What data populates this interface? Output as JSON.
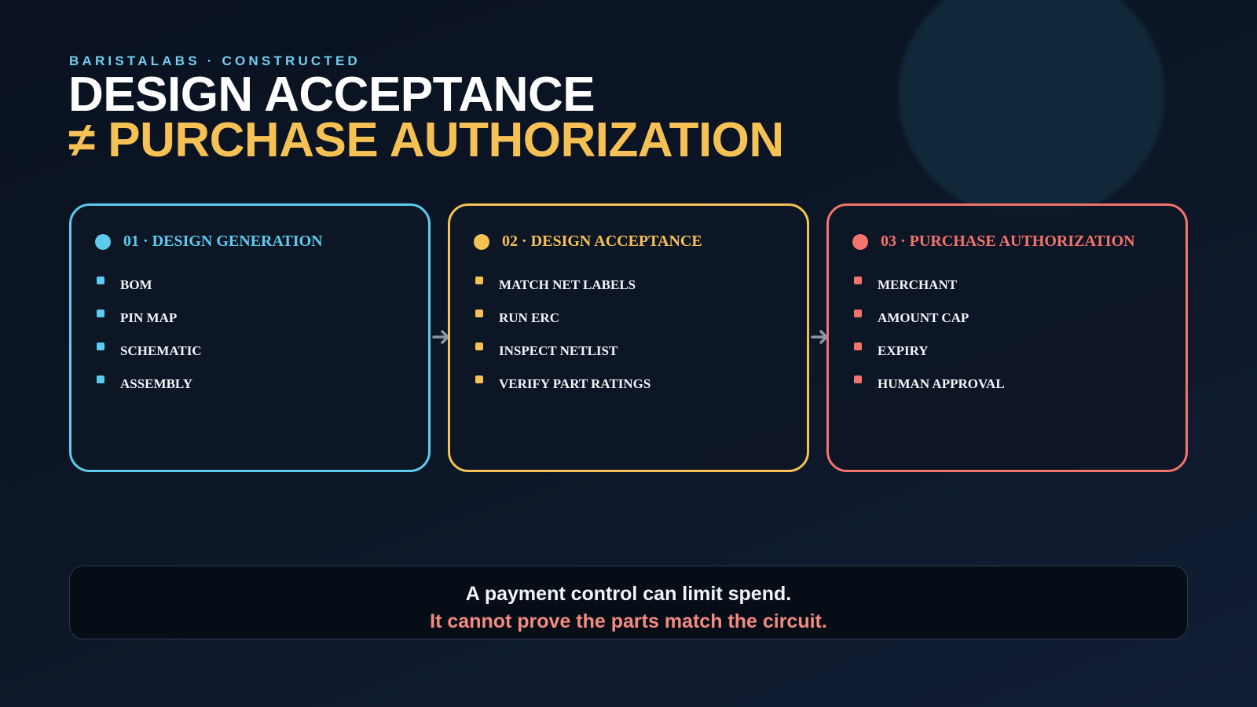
{
  "eyebrow": "BARISTALABS · CONSTRUCTED",
  "title": {
    "line1": "DESIGN ACCEPTANCE",
    "line2": "≠ PURCHASE AUTHORIZATION"
  },
  "colors": {
    "cyan": "#5ccbee",
    "amber": "#f5c155",
    "coral": "#f4736c"
  },
  "cards": [
    {
      "heading": "01 · DESIGN GENERATION",
      "items": [
        "BOM",
        "PIN MAP",
        "SCHEMATIC",
        "ASSEMBLY"
      ]
    },
    {
      "heading": "02 · DESIGN ACCEPTANCE",
      "items": [
        "MATCH NET LABELS",
        "RUN ERC",
        "INSPECT NETLIST",
        "VERIFY PART RATINGS"
      ]
    },
    {
      "heading": "03 · PURCHASE AUTHORIZATION",
      "items": [
        "MERCHANT",
        "AMOUNT CAP",
        "EXPIRY",
        "HUMAN APPROVAL"
      ]
    }
  ],
  "arrow_icon": "arrow-right-icon",
  "footer": {
    "line1": "A payment control can limit spend.",
    "line2": "It cannot prove the parts match the circuit."
  }
}
